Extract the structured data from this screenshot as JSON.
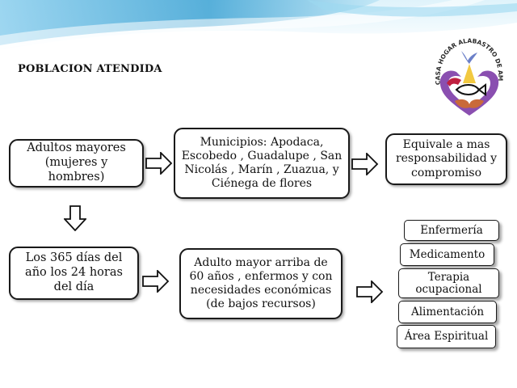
{
  "title": "POBLACION ATENDIDA",
  "boxes": {
    "adultos": "Adultos mayores (mujeres y hombres)",
    "municipios": "Municipios: Apodaca, Escobedo , Guadalupe , San Nicolás , Marín , Zuazua, y Ciénega de flores",
    "equivale": "Equivale a mas responsabilidad y compromiso",
    "horario": "Los 365 días del año los 24 horas del día",
    "perfil": "Adulto mayor arriba de 60 años , enfermos y con necesidades económicas (de bajos recursos)"
  },
  "services": [
    "Enfermería",
    "Medicamento",
    "Terapia ocupacional",
    "Alimentación",
    "Área Espiritual"
  ],
  "logo": {
    "text": "CASA HOGAR ALABASTRO DE AMOR \"THELMA\" A.C."
  },
  "colors": {
    "accent_blue": "#3ea3d4",
    "logo_purple": "#8a4fb0",
    "logo_yellow": "#f0c020"
  }
}
